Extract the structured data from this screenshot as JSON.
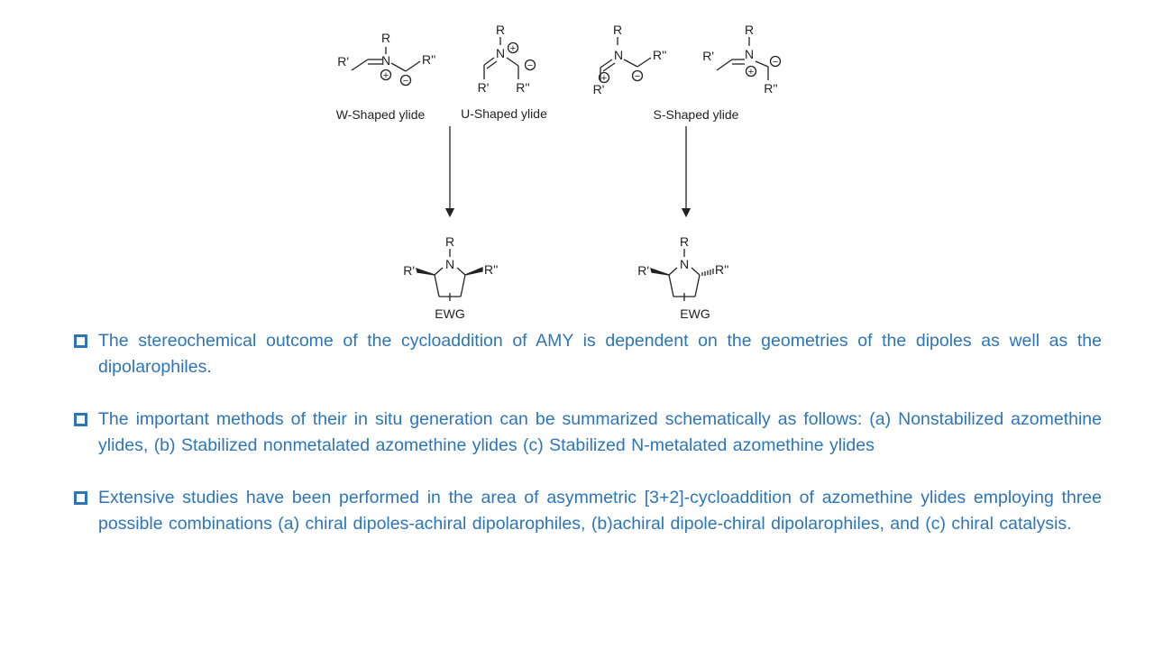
{
  "ylides": {
    "w_label": "W-Shaped ylide",
    "u_label": "U-Shaped ylide",
    "s_label": "S-Shaped ylide"
  },
  "atoms": {
    "r": "R",
    "r1": "R'",
    "r2": "R''",
    "n": "N",
    "plus": "+",
    "minus": "−",
    "ewg": "EWG"
  },
  "bullets": [
    "The stereochemical outcome of the cycloaddition of AMY is dependent on the geometries of the dipoles as well as the dipolarophiles.",
    "The important methods of their in situ generation can be summarized schematically as follows:  (a) Nonstabilized azomethine ylides, (b) Stabilized nonmetalated azomethine ylides   (c) Stabilized N-metalated azomethine ylides",
    "Extensive studies have been performed in the area of asymmetric [3+2]-cycloaddition of azomethine ylides employing three possible combinations (a) chiral dipoles-achiral dipolarophiles, (b)achiral dipole-chiral dipolarophiles, and (c) chiral catalysis."
  ],
  "colors": {
    "text_blue": "#2e75b6",
    "structure": "#222222"
  }
}
